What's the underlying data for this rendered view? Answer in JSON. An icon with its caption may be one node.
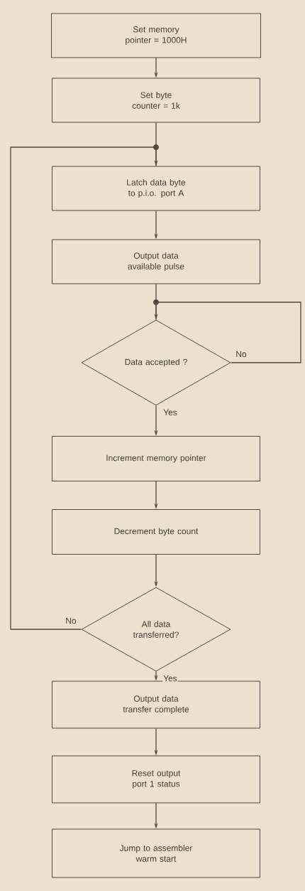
{
  "diagram": {
    "nodes": [
      {
        "text": [
          "Set memory pointer = 1000H"
        ]
      },
      {
        "text": [
          "Set byte counter = 1k"
        ]
      },
      {
        "text": [
          "Latch data byte to p.i.o. port A"
        ]
      },
      {
        "text": [
          "Output data available pulse"
        ]
      },
      {
        "text": [
          "Data accepted ?"
        ]
      },
      {
        "text": [
          "Increment memory pointer"
        ]
      },
      {
        "text": [
          "Decrement byte count"
        ]
      },
      {
        "text": [
          "All data transferred?"
        ]
      },
      {
        "text": [
          "Output data transfer complete"
        ]
      },
      {
        "text": [
          "Reset output port 1 status"
        ]
      },
      {
        "text": [
          "Jump to assembler warm start"
        ]
      }
    ],
    "edges": [
      {
        "from": 0,
        "to": 1,
        "arrow": "to"
      },
      {
        "from": 1,
        "to": 2,
        "arrow": "none"
      },
      {
        "from": 2,
        "to": 3,
        "arrow": "to"
      },
      {
        "from": 3,
        "to": 4,
        "arrow": "none"
      },
      {
        "from": 4,
        "to": 4,
        "arrow": "to",
        "label": "No"
      },
      {
        "from": 4,
        "to": 5,
        "arrow": "to",
        "label": "Yes"
      },
      {
        "from": 5,
        "to": 6,
        "arrow": "to"
      },
      {
        "from": 6,
        "to": 7,
        "arrow": "to"
      },
      {
        "from": 7,
        "to": 2,
        "arrow": "to",
        "label": "No"
      },
      {
        "from": 7,
        "to": 8,
        "arrow": "to",
        "label": "Yes"
      },
      {
        "from": 8,
        "to": 9,
        "arrow": "to"
      },
      {
        "from": 9,
        "to": 10,
        "arrow": "to"
      }
    ]
  }
}
